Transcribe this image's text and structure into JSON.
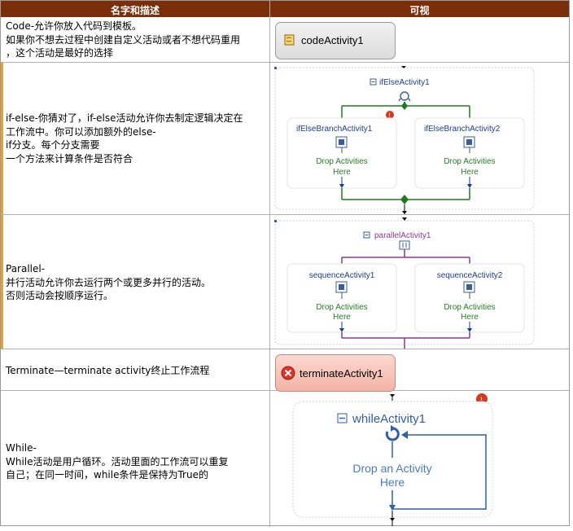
{
  "header": {
    "col_name": "名字和描述",
    "col_visual": "可视"
  },
  "rows": [
    {
      "description": "Code-允许你放入代码到模板。\n如果你不想去过程中创建自定义活动或者不想代码重用\n，这个活动是最好的选择",
      "activity_label": "codeActivity1"
    },
    {
      "description": "if-else-你猜对了，if-else活动允许你去制定逻辑决定在\n工作流中。你可以添加额外的else-\nif分支。每个分支需要\n一个方法来计算条件是否符合",
      "title": "ifElseActivity1",
      "branch_left": "ifElseBranchActivity1",
      "branch_right": "ifElseBranchActivity2",
      "drop_line1": "Drop Activities",
      "drop_line2": "Here"
    },
    {
      "description": "Parallel-\n并行活动允许你去运行两个或更多并行的活动。\n否则活动会按顺序运行。",
      "title": "parallelActivity1",
      "branch_left": "sequenceActivity1",
      "branch_right": "sequenceActivity2",
      "drop_line1": "Drop Activities",
      "drop_line2": "Here"
    },
    {
      "description": "Terminate—terminate activity终止工作流程",
      "activity_label": "terminateActivity1"
    },
    {
      "description": "While-\nWhile活动是用户循环。活动里面的工作流可以重复\n自己；在同一时间，while条件是保持为True的",
      "title": "whileActivity1",
      "drop_line1": "Drop an Activity",
      "drop_line2": "Here"
    }
  ],
  "colors": {
    "header_bg": "#7a2f0a",
    "ifelse_line": "#1f7a1f",
    "parallel_line": "#8b3a8b",
    "label_blue": "#1a3d8f",
    "drop_green": "#2a7a2a",
    "while_blue": "#2f5fa8",
    "terminate_bg": "#f7c6bd",
    "code_bg": "#e6e6e6"
  },
  "icons": [
    "scroll-icon",
    "collapse-minus-icon",
    "branch-icon",
    "error-icon",
    "drop-target-icon",
    "arrow-down-icon",
    "terminate-x-icon",
    "loop-icon",
    "parallel-icon"
  ]
}
